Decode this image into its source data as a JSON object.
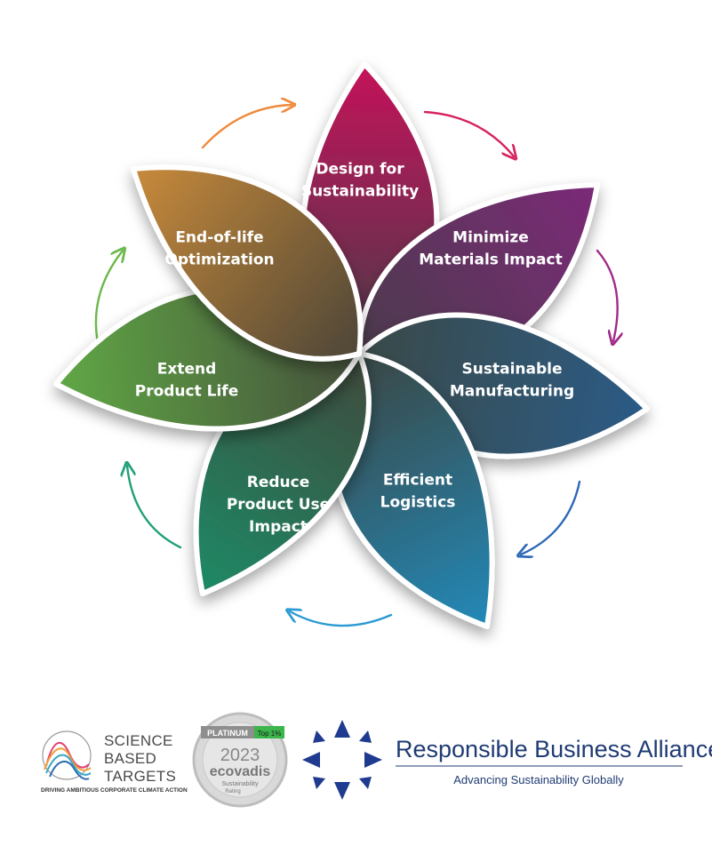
{
  "petals": [
    {
      "id": "design",
      "lines": [
        "Design for",
        "Sustainability"
      ],
      "colors": [
        "#c4135a",
        "#4c3a4a"
      ]
    },
    {
      "id": "materials",
      "lines": [
        "Minimize",
        "Materials Impact"
      ],
      "colors": [
        "#7c2a78",
        "#4b3b4c"
      ]
    },
    {
      "id": "manufacturing",
      "lines": [
        "Sustainable",
        "Manufacturing"
      ],
      "colors": [
        "#2b5b86",
        "#3a4a48"
      ]
    },
    {
      "id": "logistics",
      "lines": [
        "Efficient",
        "Logistics"
      ],
      "colors": [
        "#2389b8",
        "#3a4744"
      ]
    },
    {
      "id": "use",
      "lines": [
        "Reduce",
        "Product Use",
        "Impact"
      ],
      "colors": [
        "#1d8a66",
        "#3f4a3d"
      ]
    },
    {
      "id": "life",
      "lines": [
        "Extend",
        "Product Life"
      ],
      "colors": [
        "#60a845",
        "#45503c"
      ]
    },
    {
      "id": "eol",
      "lines": [
        "End-of-life",
        "Optimization"
      ],
      "colors": [
        "#c88a3a",
        "#4e4638"
      ]
    }
  ],
  "logos": {
    "sbt": {
      "lines": [
        "SCIENCE",
        "BASED",
        "TARGETS"
      ],
      "tagline": "DRIVING AMBITIOUS CORPORATE CLIMATE ACTION"
    },
    "ecovadis": {
      "tier": "PLATINUM",
      "badge": "Top 1%",
      "year": "2023",
      "brand": "ecovadis",
      "line1": "Sustainability",
      "line2": "Rating"
    },
    "rba": {
      "title": "Responsible Business Alliance",
      "tagline": "Advancing Sustainability Globally"
    }
  }
}
